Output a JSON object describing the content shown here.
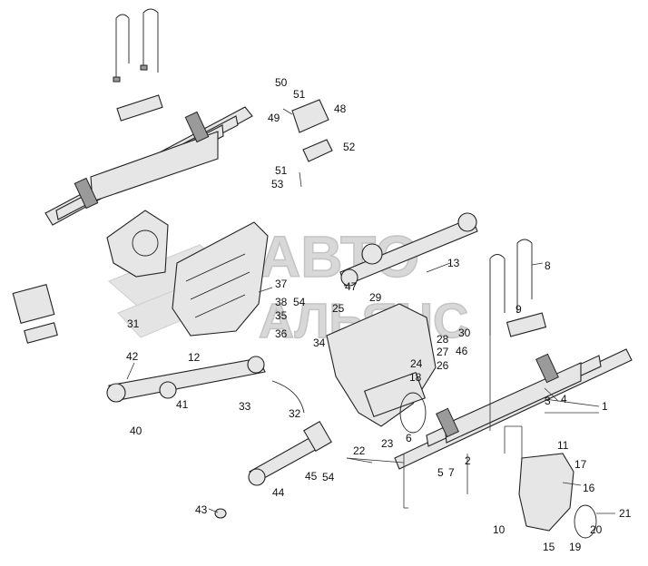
{
  "watermark": {
    "line1": "АВТО",
    "line2": "АЛЬЯНС"
  },
  "callouts": [
    {
      "id": "c1",
      "text": "1"
    },
    {
      "id": "c2",
      "text": "2"
    },
    {
      "id": "c3",
      "text": "3"
    },
    {
      "id": "c4",
      "text": "4"
    },
    {
      "id": "c5",
      "text": "5"
    },
    {
      "id": "c6",
      "text": "6"
    },
    {
      "id": "c7",
      "text": "7"
    },
    {
      "id": "c8",
      "text": "8"
    },
    {
      "id": "c9",
      "text": "9"
    },
    {
      "id": "c10",
      "text": "10"
    },
    {
      "id": "c11",
      "text": "11"
    },
    {
      "id": "c12",
      "text": "12"
    },
    {
      "id": "c13",
      "text": "13"
    },
    {
      "id": "c15",
      "text": "15"
    },
    {
      "id": "c16",
      "text": "16"
    },
    {
      "id": "c17",
      "text": "17"
    },
    {
      "id": "c18",
      "text": "18"
    },
    {
      "id": "c19",
      "text": "19"
    },
    {
      "id": "c20",
      "text": "20"
    },
    {
      "id": "c21",
      "text": "21"
    },
    {
      "id": "c22",
      "text": "22"
    },
    {
      "id": "c23",
      "text": "23"
    },
    {
      "id": "c24",
      "text": "24"
    },
    {
      "id": "c25",
      "text": "25"
    },
    {
      "id": "c26",
      "text": "26"
    },
    {
      "id": "c27",
      "text": "27"
    },
    {
      "id": "c28",
      "text": "28"
    },
    {
      "id": "c29",
      "text": "29"
    },
    {
      "id": "c30",
      "text": "30"
    },
    {
      "id": "c31",
      "text": "31"
    },
    {
      "id": "c32",
      "text": "32"
    },
    {
      "id": "c33",
      "text": "33"
    },
    {
      "id": "c34",
      "text": "34"
    },
    {
      "id": "c35",
      "text": "35"
    },
    {
      "id": "c36",
      "text": "36"
    },
    {
      "id": "c37",
      "text": "37"
    },
    {
      "id": "c38",
      "text": "38"
    },
    {
      "id": "c40",
      "text": "40"
    },
    {
      "id": "c41",
      "text": "41"
    },
    {
      "id": "c42",
      "text": "42"
    },
    {
      "id": "c43",
      "text": "43"
    },
    {
      "id": "c44",
      "text": "44"
    },
    {
      "id": "c45",
      "text": "45"
    },
    {
      "id": "c46",
      "text": "46"
    },
    {
      "id": "c47",
      "text": "47"
    },
    {
      "id": "c48",
      "text": "48"
    },
    {
      "id": "c49",
      "text": "49"
    },
    {
      "id": "c50",
      "text": "50"
    },
    {
      "id": "c51a",
      "text": "51"
    },
    {
      "id": "c51b",
      "text": "51"
    },
    {
      "id": "c52",
      "text": "52"
    },
    {
      "id": "c53",
      "text": "53"
    },
    {
      "id": "c54a",
      "text": "54"
    },
    {
      "id": "c54b",
      "text": "54"
    }
  ]
}
